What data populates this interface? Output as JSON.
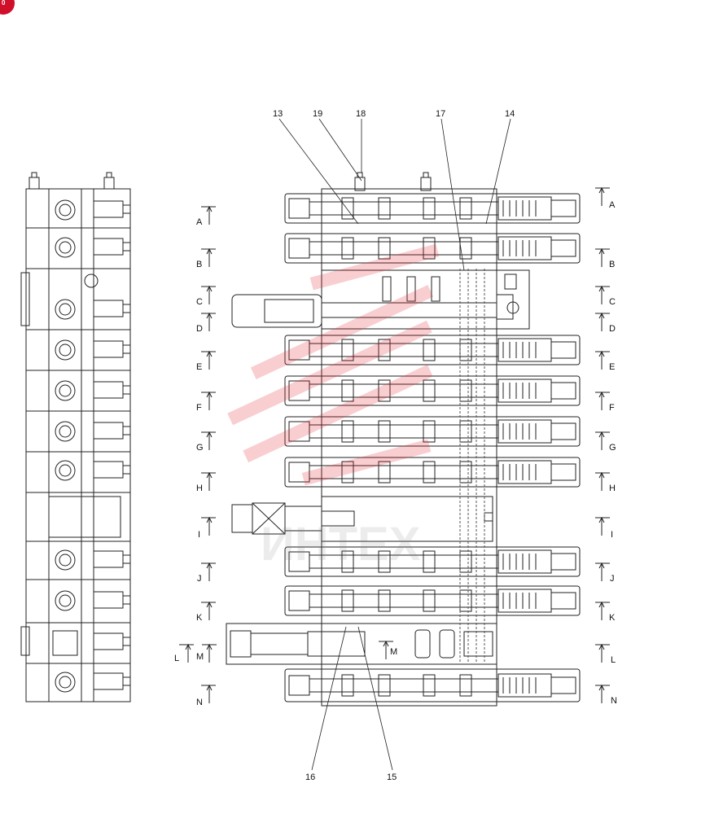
{
  "badge": {
    "text": "0",
    "color": "#d0102b"
  },
  "callouts": {
    "c13": "13",
    "c19": "19",
    "c18": "18",
    "c17": "17",
    "c14": "14",
    "c16": "16",
    "c15": "15"
  },
  "sections_left": {
    "A": "A",
    "B": "B",
    "C": "C",
    "D": "D",
    "E": "E",
    "F": "F",
    "G": "G",
    "H": "H",
    "I": "I",
    "J": "J",
    "K": "K",
    "L": "L",
    "M": "M",
    "N": "N"
  },
  "inner_label": "M",
  "sections_right": {
    "A": "A",
    "B": "B",
    "C": "C",
    "D": "D",
    "E": "E",
    "F": "F",
    "G": "G",
    "H": "H",
    "I": "I",
    "J": "J",
    "K": "K",
    "L": "L",
    "N": "N"
  },
  "watermark": {
    "text": "ИНТЕХ",
    "color": "#e8252c"
  }
}
